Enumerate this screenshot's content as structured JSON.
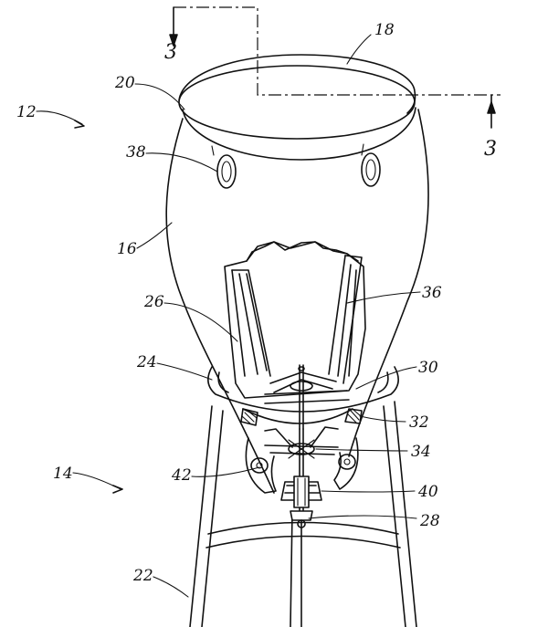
{
  "figure": {
    "section_labels": {
      "top": "3",
      "right": "3"
    },
    "reference_numerals": {
      "n18": "18",
      "n20": "20",
      "n12": "12",
      "n38": "38",
      "n16": "16",
      "n36": "36",
      "n26": "26",
      "n24": "24",
      "n30": "30",
      "n32": "32",
      "n34": "34",
      "n14": "14",
      "n42": "42",
      "n40": "40",
      "n28": "28",
      "n22": "22"
    }
  }
}
